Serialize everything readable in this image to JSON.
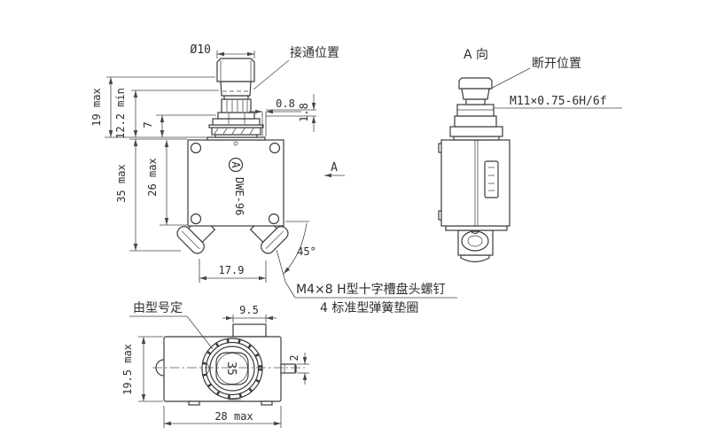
{
  "drawing": {
    "background": "#ffffff",
    "line_color": "#3b3b3b",
    "front_view": {
      "dim_diameter": "Ø10",
      "label_on_position": "接通位置",
      "dim_panel_gap": "0.8",
      "dim_panel_thickness": "1.8",
      "dim_height_19": "19 max",
      "dim_height_12_2": "12.2 min",
      "dim_height_7": "7",
      "dim_height_35": "35 max",
      "dim_height_26": "26 max",
      "dim_terminal_pitch": "17.9",
      "dim_terminal_angle": "45°",
      "section_arrow_label": "A",
      "body_logo": "A",
      "body_model": "DWE-96"
    },
    "side_view": {
      "title": "A 向",
      "label_off_position": "断开位置",
      "thread_spec": "M11×0.75-6H/6f"
    },
    "bottom_view": {
      "label_model_note": "由型号定",
      "dim_boss_width": "9.5",
      "dim_tab_thickness": "2",
      "dim_depth": "19.5 max",
      "dim_width": "28 max",
      "rating": "35"
    },
    "notes": {
      "screw_note": "M4×8  H型十字槽盘头螺钉",
      "washer_note": "4  标准型弹簧垫圈"
    }
  }
}
